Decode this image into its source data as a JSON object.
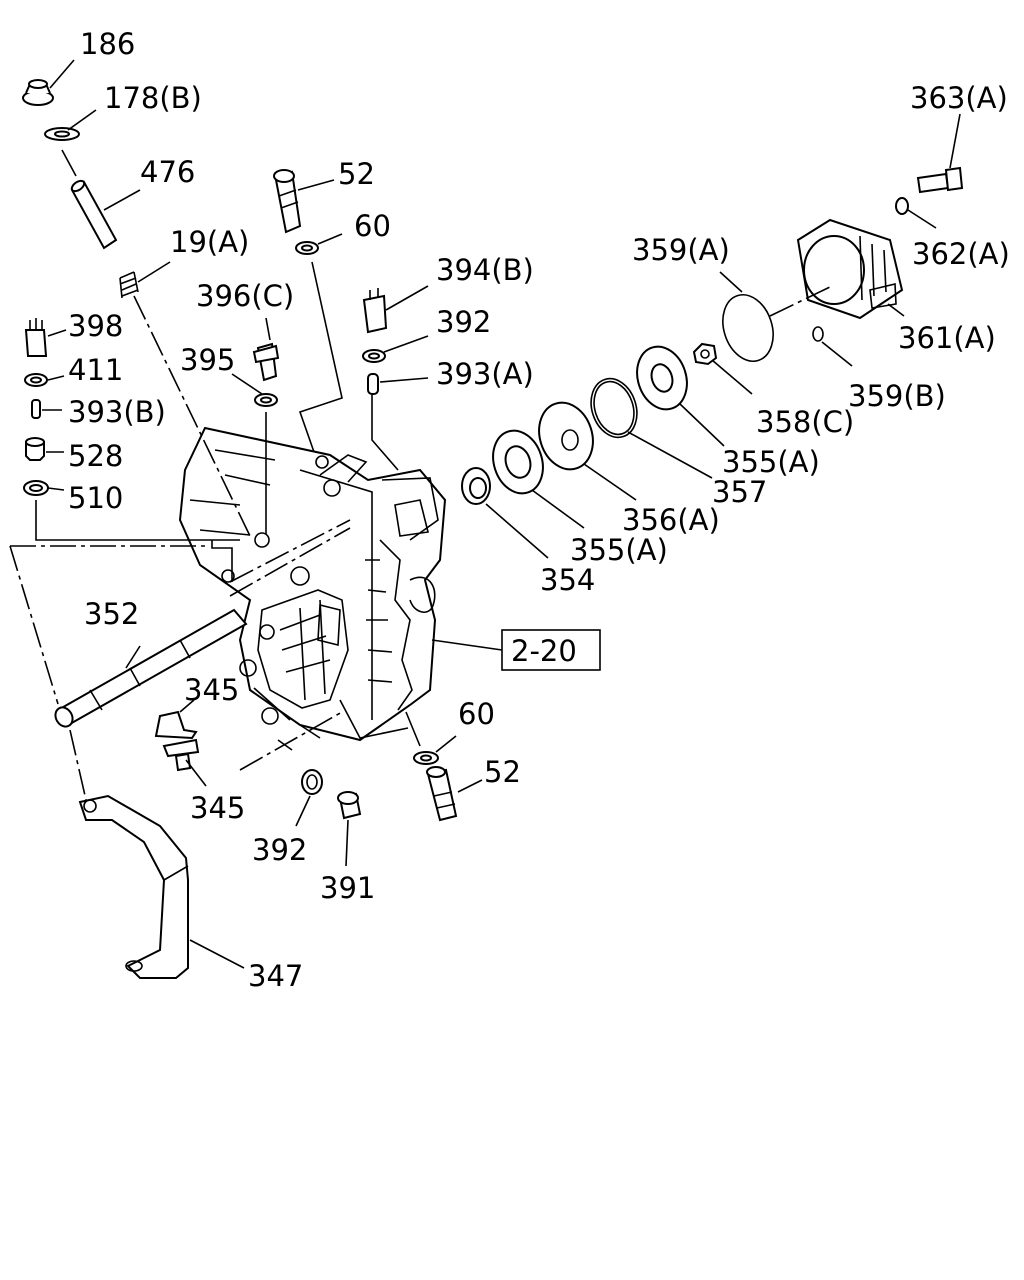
{
  "labels": {
    "p186": "186",
    "p178b": "178(B)",
    "p476": "476",
    "p19a": "19(A)",
    "p52_top": "52",
    "p60_top": "60",
    "p396c": "396(C)",
    "p395": "395",
    "p398": "398",
    "p411": "411",
    "p393b": "393(B)",
    "p528": "528",
    "p510": "510",
    "p394b": "394(B)",
    "p392_top": "392",
    "p393a": "393(A)",
    "p359a": "359(A)",
    "p363a": "363(A)",
    "p362a": "362(A)",
    "p361a": "361(A)",
    "p359b": "359(B)",
    "p358c": "358(C)",
    "p355a_1": "355(A)",
    "p357": "357",
    "p356a": "356(A)",
    "p355a_2": "355(A)",
    "p354": "354",
    "p352": "352",
    "p345_1": "345",
    "p345_2": "345",
    "p392_bot": "392",
    "p391": "391",
    "p60_bot": "60",
    "p52_bot": "52",
    "p347": "347",
    "ref_2_20": "2-20"
  }
}
